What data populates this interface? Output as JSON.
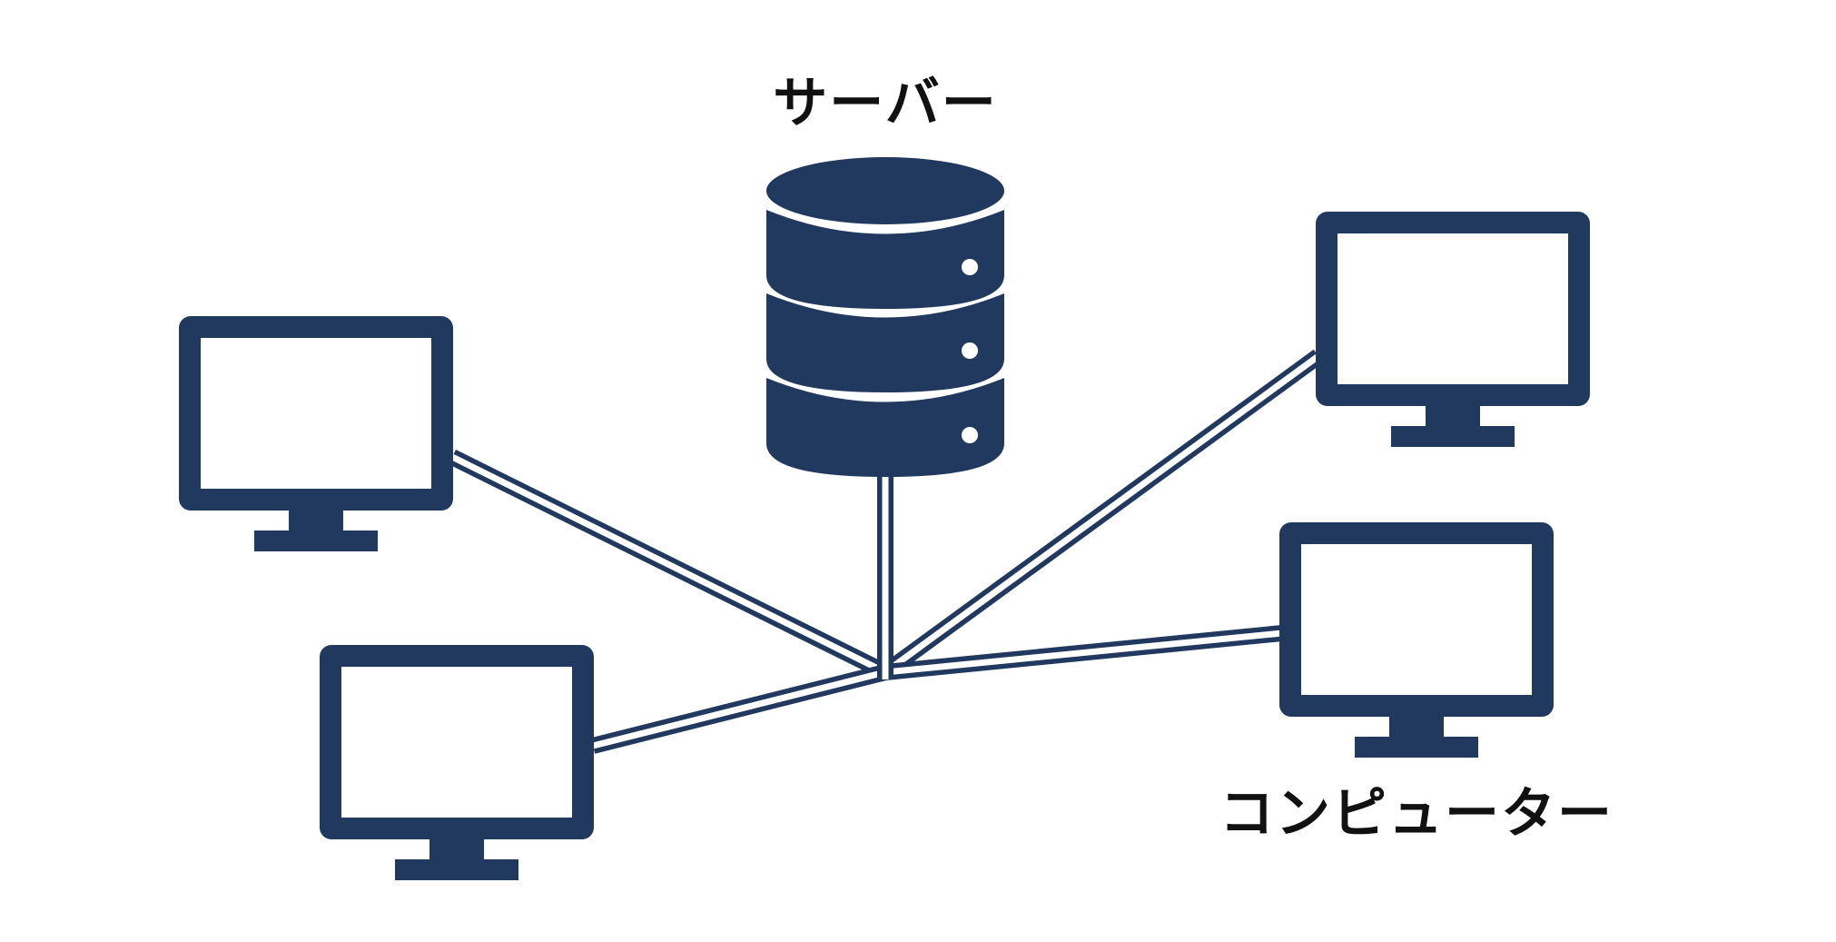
{
  "labels": {
    "server": "サーバー",
    "computer": "コンピューター"
  },
  "colors": {
    "accent": "#21385f",
    "background": "#ffffff",
    "text": "#111111"
  },
  "nodes": [
    {
      "id": "server",
      "type": "database",
      "icon": "database-icon"
    },
    {
      "id": "pc-1",
      "type": "computer",
      "icon": "monitor-icon"
    },
    {
      "id": "pc-2",
      "type": "computer",
      "icon": "monitor-icon"
    },
    {
      "id": "pc-3",
      "type": "computer",
      "icon": "monitor-icon"
    },
    {
      "id": "pc-4",
      "type": "computer",
      "icon": "monitor-icon"
    }
  ],
  "edges": [
    {
      "from": "server",
      "to": "pc-1"
    },
    {
      "from": "server",
      "to": "pc-2"
    },
    {
      "from": "server",
      "to": "pc-3"
    },
    {
      "from": "server",
      "to": "pc-4"
    }
  ]
}
